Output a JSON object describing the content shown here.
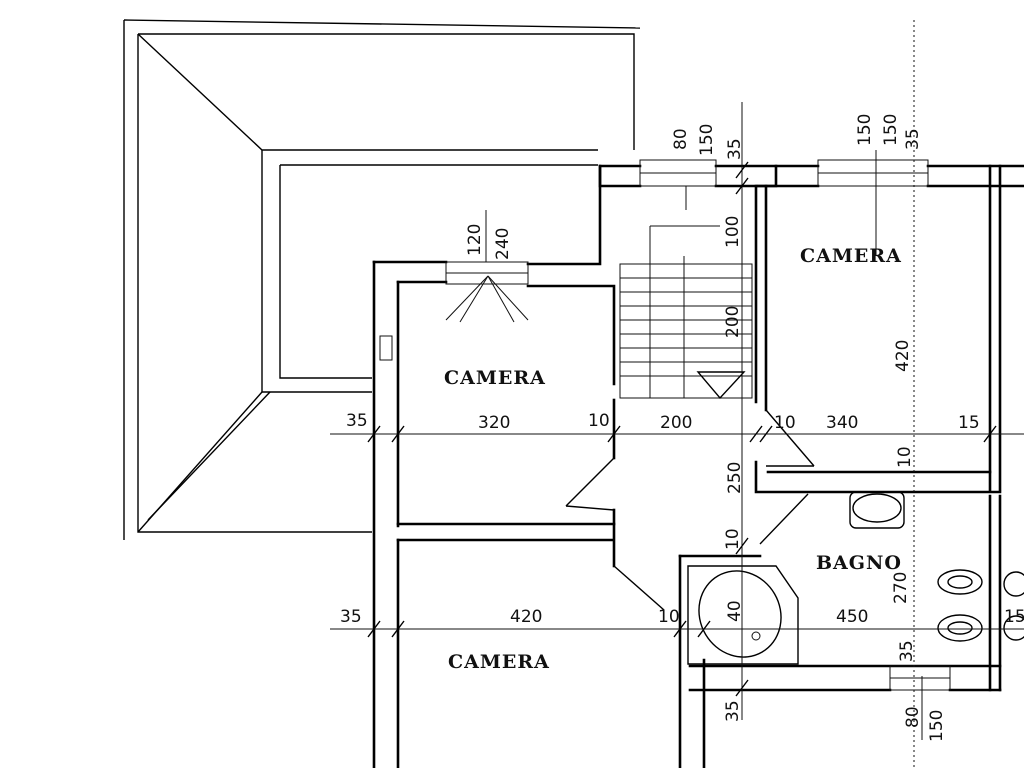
{
  "rooms": {
    "camera_top_right": "CAMERA",
    "camera_middle": "CAMERA",
    "camera_bottom": "CAMERA",
    "bagno": "BAGNO"
  },
  "dimensions": {
    "horizontal_upper": [
      "35",
      "320",
      "10",
      "200",
      "10",
      "340",
      "15"
    ],
    "horizontal_lower": [
      "35",
      "420",
      "10",
      "450",
      "15"
    ],
    "window_top_left": [
      "80",
      "150",
      "35"
    ],
    "window_top_right": [
      "150",
      "150",
      "35"
    ],
    "window_middle": [
      "120",
      "240"
    ],
    "stair_vertical": [
      "100",
      "200"
    ],
    "right_vertical": [
      "420",
      "10"
    ],
    "center_vertical": [
      "250",
      "10",
      "40"
    ],
    "bagno_vertical": [
      "270",
      "35"
    ],
    "bottom_window": [
      "80",
      "150"
    ],
    "bottom_wall": "35"
  }
}
